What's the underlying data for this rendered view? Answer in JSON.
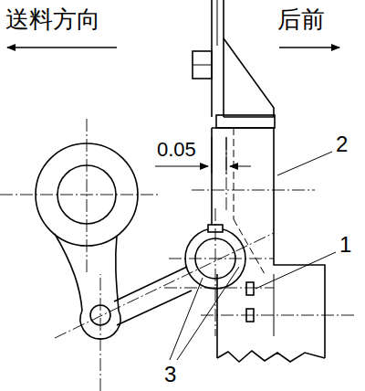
{
  "diagram": {
    "labels": [
      "送料方向",
      "后前",
      "0.05",
      "2",
      "1",
      "3"
    ]
  }
}
